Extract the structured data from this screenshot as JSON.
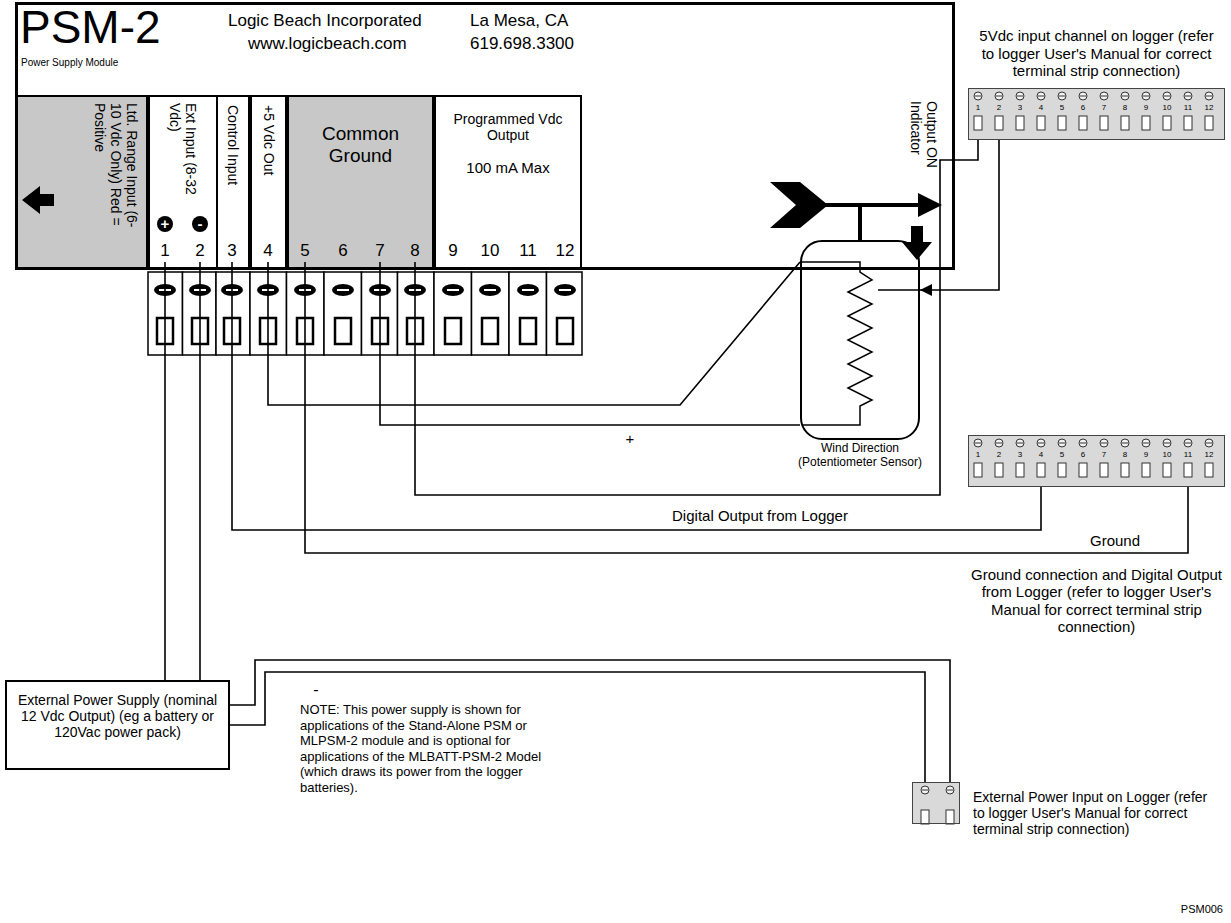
{
  "diagram": {
    "nodes": [
      {
        "text": [
          "PSM-2",
          "Power Supply Module",
          "Logic Beach Incorporated",
          "La Mesa, CA",
          "www.logicbeach.com",
          "619.698.3300"
        ]
      },
      {
        "text": [
          "Ltd. Range Input (6-10 Vdc Only) Red = Positive"
        ],
        "in": 0
      },
      {
        "text": [
          "Ext Input (8-32 Vdc)"
        ],
        "in": 0
      },
      {
        "text": [
          "1"
        ],
        "in": 2
      },
      {
        "text": [
          "2"
        ],
        "in": 2
      },
      {
        "text": [
          "Control Input"
        ],
        "in": 0
      },
      {
        "text": [
          "3"
        ],
        "in": 5
      },
      {
        "text": [
          "+5 Vdc Out"
        ],
        "in": 0
      },
      {
        "text": [
          "4"
        ],
        "in": 7
      },
      {
        "text": [
          "Common Ground"
        ],
        "in": 0
      },
      {
        "text": [
          "5"
        ],
        "in": 9
      },
      {
        "text": [
          "6"
        ],
        "in": 9
      },
      {
        "text": [
          "7"
        ],
        "in": 9
      },
      {
        "text": [
          "8"
        ],
        "in": 9
      },
      {
        "text": [
          "Programmed Vdc Output",
          "100 mA Max"
        ],
        "in": 0
      },
      {
        "text": [
          "9"
        ],
        "in": 14
      },
      {
        "text": [
          "10"
        ],
        "in": 14
      },
      {
        "text": [
          "11"
        ],
        "in": 14
      },
      {
        "text": [
          "12"
        ],
        "in": 14
      },
      {
        "text": [
          "Output ON Indicator"
        ],
        "in": 0
      },
      {
        "text": [
          "Wind Direction (Potentiometer Sensor)"
        ]
      },
      {
        "text": [
          "5Vdc input channel on logger (refer to logger User's Manual for correct terminal strip connection)"
        ]
      },
      {
        "text": [
          "Ground connection and Digital Output from Logger (refer to logger User's Manual for correct terminal strip connection)"
        ]
      },
      {
        "text": [
          "External Power Supply (nominal 12 Vdc Output) (eg a battery or 120Vac power pack)"
        ]
      },
      {
        "text": [
          "External Power Input on Logger (refer to logger User's Manual for correct terminal strip connection)"
        ]
      }
    ],
    "edges": [
      {
        "from": 8,
        "to": 20,
        "arrow": "none"
      },
      {
        "from": 12,
        "to": 20,
        "label": "+",
        "arrow": "none"
      },
      {
        "from": 13,
        "to": 21,
        "arrow": "none"
      },
      {
        "from": 21,
        "to": 20,
        "arrow": "to"
      },
      {
        "from": 6,
        "to": 22,
        "label": "Digital Output from Logger",
        "arrow": "none"
      },
      {
        "from": 10,
        "to": 22,
        "label": "Ground",
        "arrow": "none"
      },
      {
        "from": 3,
        "to": 23,
        "arrow": "none"
      },
      {
        "from": 4,
        "to": 23,
        "arrow": "none"
      },
      {
        "from": 23,
        "to": 24,
        "arrow": "none"
      },
      {
        "from": 23,
        "to": 24,
        "arrow": "none"
      }
    ],
    "labels": [
      "+",
      "-",
      "-",
      "NOTE: This power supply is shown for applications of the Stand-Alone PSM or MLPSM-2 module and is optional for applications of the MLBATT-PSM-2 Model (which draws its power from the logger batteries).",
      "1",
      "2",
      "3",
      "4",
      "5",
      "6",
      "7",
      "8",
      "9",
      "10",
      "11",
      "12",
      "1",
      "2",
      "3",
      "4",
      "5",
      "6",
      "7",
      "8",
      "9",
      "10",
      "11",
      "12",
      "PSM006"
    ]
  }
}
